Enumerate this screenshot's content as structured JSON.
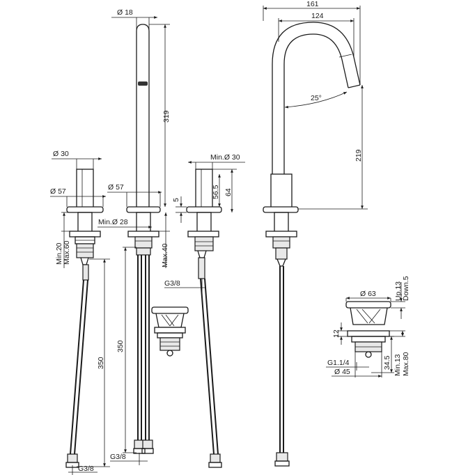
{
  "labels": {
    "d18": "Ø 18",
    "h319": "319",
    "d30_left": "Ø 30",
    "d57_left": "Ø 57",
    "d57_mid": "Ø 57",
    "min_d28": "Min.Ø 28",
    "min20": "Min.20",
    "max60": "Max.60",
    "max40": "Max.40",
    "h5": "5",
    "min_d30": "Min.Ø 30",
    "h56_5": "56.5",
    "h64": "64",
    "g38_right": "G3/8",
    "h350_left": "350",
    "h350_mid": "350",
    "g38_mid": "G3/8",
    "g38_left": "G3/8",
    "w161": "161",
    "w124": "124",
    "angle25": "25°",
    "h219": "219",
    "d63": "Ø 63",
    "up13": "Up.13",
    "down5": "Down.5",
    "h12": "12",
    "min13": "Min.13",
    "max80": "Max.80",
    "h34_5": "34.5",
    "g1_1_4": "G1.1/4",
    "d45": "Ø 45"
  }
}
